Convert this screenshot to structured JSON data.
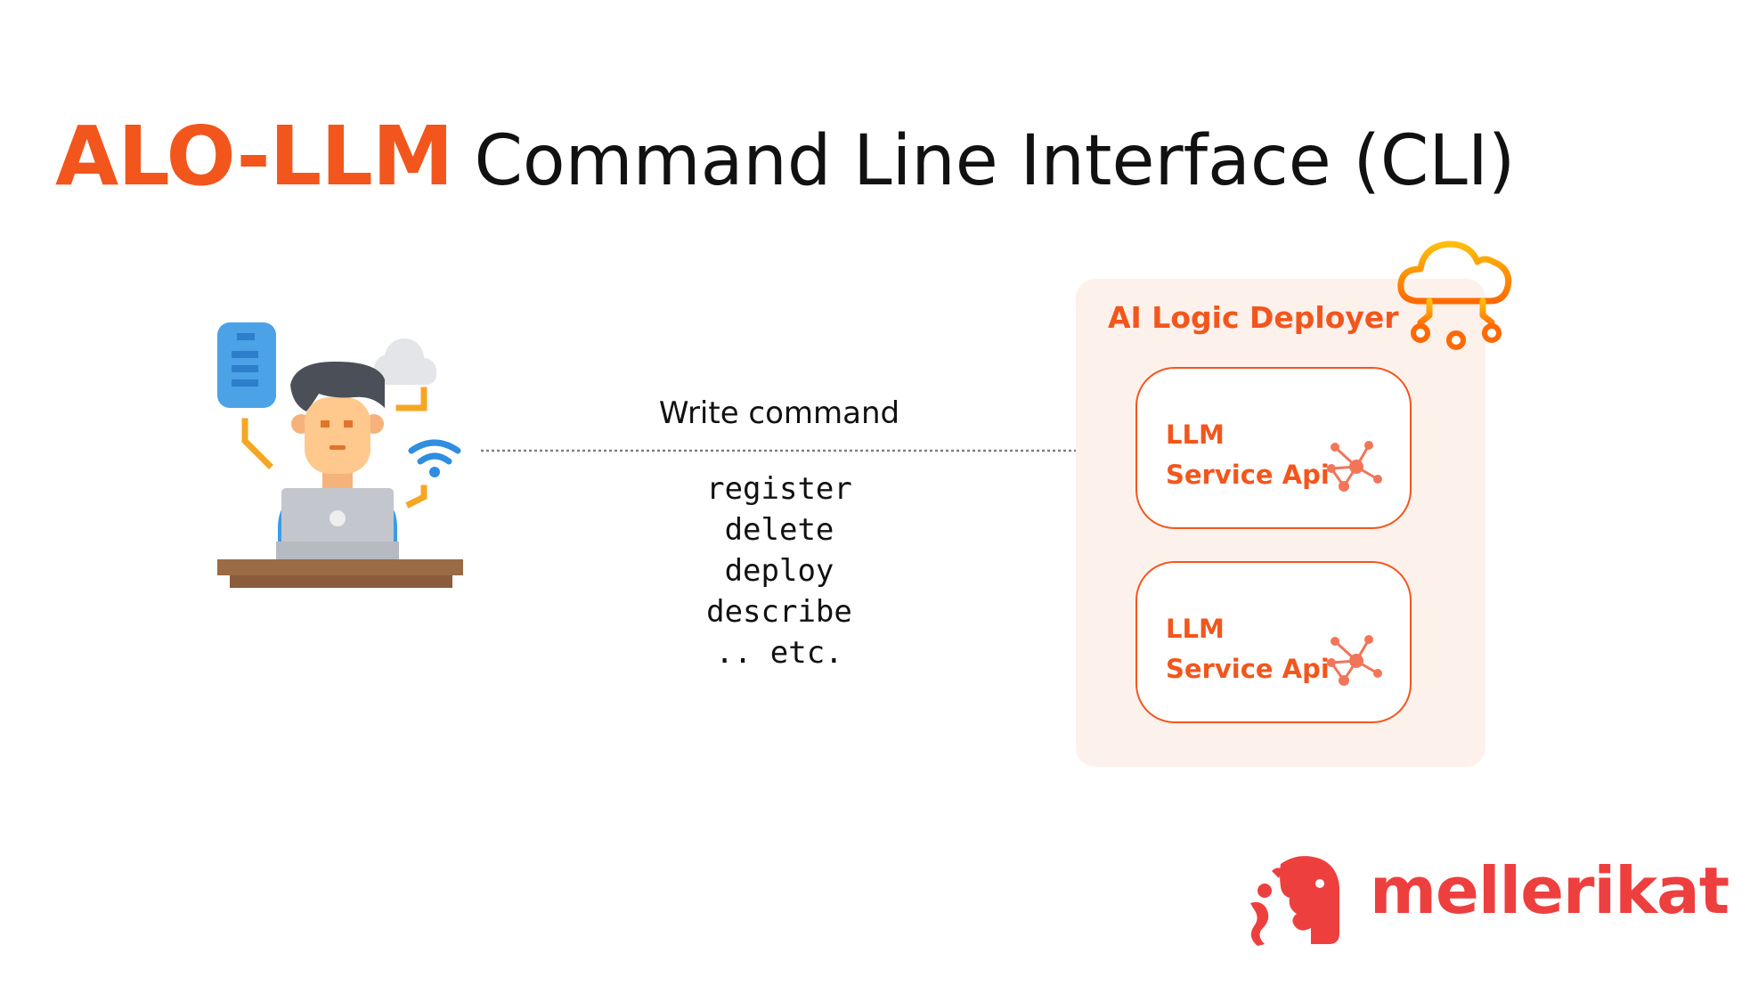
{
  "title": {
    "brand": "ALO-LLM",
    "rest": "Command Line Interface (CLI)"
  },
  "arrow": {
    "label": "Write command",
    "commands": [
      "register",
      "delete",
      "deploy",
      "describe",
      ".. etc."
    ]
  },
  "deployer": {
    "title": "AI Logic Deployer",
    "services": [
      {
        "line1": "LLM",
        "line2": "Service Api"
      },
      {
        "line1": "LLM",
        "line2": "Service Api"
      }
    ]
  },
  "logo": {
    "text": "mellerikat"
  },
  "icons": {
    "person": "developer-at-laptop-icon",
    "cloud": "cloud-network-icon",
    "service": "network-nodes-icon",
    "logo": "mellerikat-mascot-icon"
  },
  "colors": {
    "brand_orange": "#f2561d",
    "text_dark": "#111111",
    "deployer_bg": "#fdf1ec",
    "cloud_gradient_start": "#ffbe0b",
    "cloud_gradient_end": "#ff6a00",
    "logo_red": "#ee3f3f"
  }
}
